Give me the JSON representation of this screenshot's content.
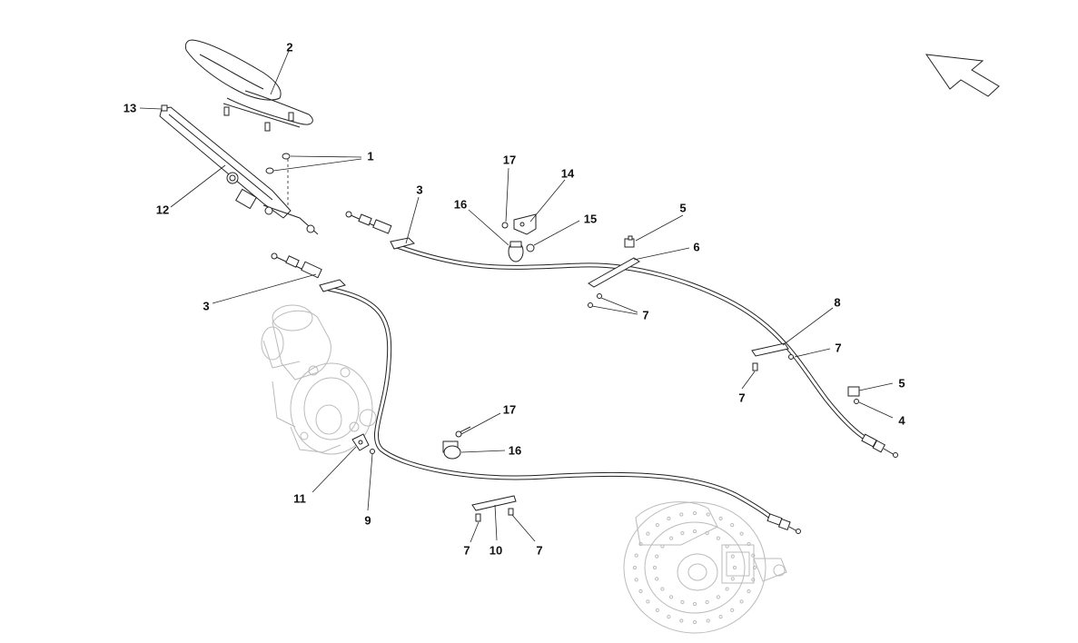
{
  "callouts": [
    {
      "id": "c1",
      "label": "1"
    },
    {
      "id": "c2",
      "label": "2"
    },
    {
      "id": "c3a",
      "label": "3"
    },
    {
      "id": "c3b",
      "label": "3"
    },
    {
      "id": "c4",
      "label": "4"
    },
    {
      "id": "c5a",
      "label": "5"
    },
    {
      "id": "c5b",
      "label": "5"
    },
    {
      "id": "c6",
      "label": "6"
    },
    {
      "id": "c7a",
      "label": "7"
    },
    {
      "id": "c7b",
      "label": "7"
    },
    {
      "id": "c7c",
      "label": "7"
    },
    {
      "id": "c7d",
      "label": "7"
    },
    {
      "id": "c7e",
      "label": "7"
    },
    {
      "id": "c8",
      "label": "8"
    },
    {
      "id": "c9",
      "label": "9"
    },
    {
      "id": "c10",
      "label": "10"
    },
    {
      "id": "c11",
      "label": "11"
    },
    {
      "id": "c12",
      "label": "12"
    },
    {
      "id": "c13",
      "label": "13"
    },
    {
      "id": "c14",
      "label": "14"
    },
    {
      "id": "c15",
      "label": "15"
    },
    {
      "id": "c16a",
      "label": "16"
    },
    {
      "id": "c16b",
      "label": "16"
    },
    {
      "id": "c17a",
      "label": "17"
    },
    {
      "id": "c17b",
      "label": "17"
    }
  ],
  "icons": {
    "orientation": "direction-arrow-icon"
  }
}
